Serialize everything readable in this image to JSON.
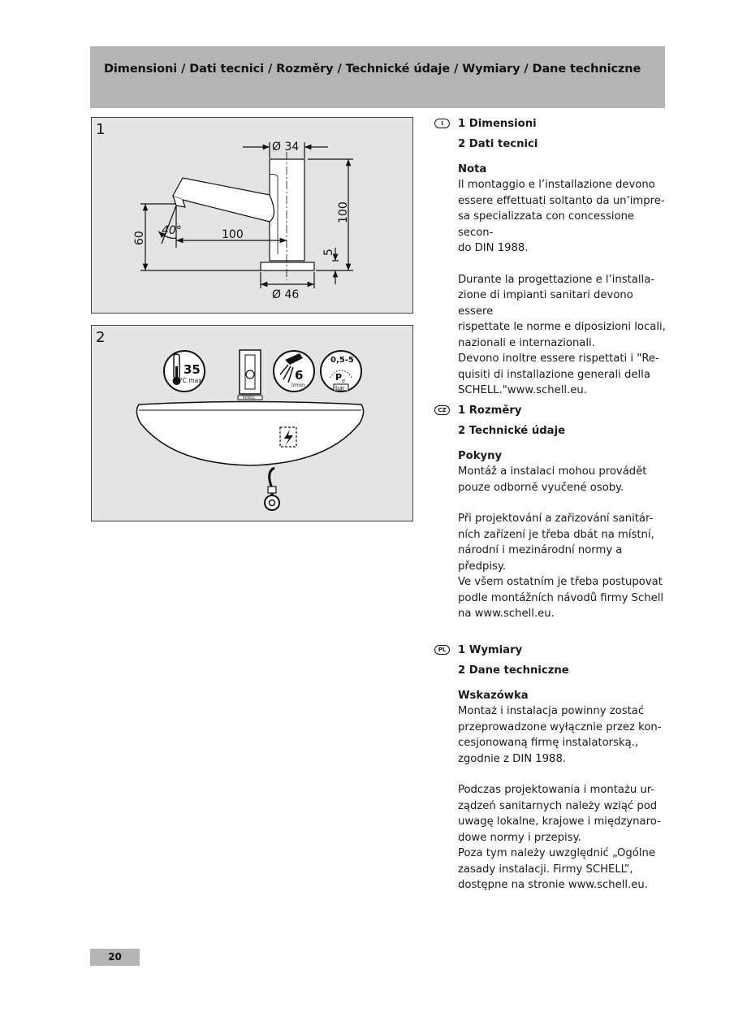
{
  "header": {
    "title": "Dimensioni / Dati tecnici / Rozměry / Technické údaje / Wymiary / Dane techniczne"
  },
  "figure1": {
    "number": "1",
    "dim_top": "Ø 34",
    "dim_bottom": "Ø 46",
    "dim_height": "100",
    "dim_reach": "100",
    "dim_spout_height": "60",
    "dim_angle": "40°",
    "dim_base": "5"
  },
  "figure2": {
    "number": "2",
    "temp_value": "35",
    "temp_unit": "°C max",
    "flow_value": "6",
    "flow_unit": "l/min",
    "pressure_range": "0,5-5",
    "pressure_symbol": "P",
    "pressure_sub": "d",
    "pressure_unit": "bar",
    "brand_mark": "SCHELL"
  },
  "sections": [
    {
      "lang": "I",
      "h1": "1 Dimensioni",
      "h2": "2 Dati tecnici",
      "h3": "Nota",
      "p1": [
        "Il montaggio e l’installazione devono",
        "essere effettuati soltanto da un’impre-",
        "sa specializzata con concessione secon-",
        "do DIN 1988."
      ],
      "p2": [
        "Durante la progettazione e l’installa-",
        "zione di impianti sanitari devono essere",
        "rispettate le norme e diposizioni locali,",
        "nazionali e internazionali.",
        "Devono inoltre essere rispettati i \"Re-",
        "quisiti di installazione generali della",
        "SCHELL.\"www.schell.eu."
      ]
    },
    {
      "lang": "CZ",
      "h1": "1 Rozměry",
      "h2": "2 Technické údaje",
      "h3": "Pokyny",
      "p1": [
        "Montáž a instalaci mohou provádět",
        "pouze odborně vyučené osoby."
      ],
      "p2": [
        "Při projektování a zařizování sanitár-",
        "ních zařízení je třeba dbát na místní,",
        "národní i mezinárodní normy a předpisy.",
        "Ve všem ostatním je třeba postupovat",
        "podle montážních návodů firmy Schell",
        "na www.schell.eu."
      ]
    },
    {
      "lang": "PL",
      "h1": "1 Wymiary",
      "h2": "2 Dane techniczne",
      "h3": "Wskazówka",
      "p1": [
        "Montaż i instalacja powinny zostać",
        "przeprowadzone wyłącznie przez kon-",
        "cesjonowaną firmę instalatorską.,",
        "zgodnie z DIN 1988."
      ],
      "p2": [
        "Podczas projektowania i montażu ur-",
        "ządzeń sanitarnych należy wziąć pod",
        "uwagę lokalne, krajowe i międzynaro-",
        "dowe normy i przepisy.",
        "Poza tym należy uwzględnić „Ogólne",
        "zasady instalacji. Firmy SCHELL”,",
        "dostępne na stronie www.schell.eu."
      ]
    }
  ],
  "footer": {
    "page_number": "20"
  }
}
